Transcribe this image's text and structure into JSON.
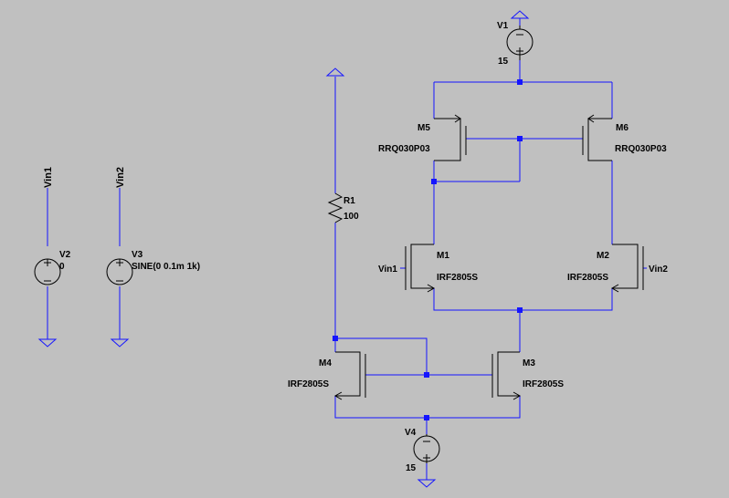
{
  "colors": {
    "background": "#c0c0c0",
    "wire": "#1515ff",
    "component": "#000000",
    "junction": "#1515ff"
  },
  "labels": {
    "vin1_net": "Vin1",
    "vin2_net": "Vin2",
    "v2_name": "V2",
    "v2_value": "0",
    "v3_name": "V3",
    "v3_value": "SINE(0 0.1m 1k)",
    "v1_name": "V1",
    "v1_value": "15",
    "v4_name": "V4",
    "v4_value": "15",
    "r1_name": "R1",
    "r1_value": "100",
    "m1_name": "M1",
    "m1_model": "IRF2805S",
    "m1_gate_net": "Vin1",
    "m2_name": "M2",
    "m2_model": "IRF2805S",
    "m2_gate_net": "Vin2",
    "m3_name": "M3",
    "m3_model": "IRF2805S",
    "m4_name": "M4",
    "m4_model": "IRF2805S",
    "m5_name": "M5",
    "m5_model": "RRQ030P03",
    "m6_name": "M6",
    "m6_model": "RRQ030P03"
  },
  "icons": {
    "source": "voltage-source-icon",
    "ground": "ground-icon",
    "supply": "supply-arrow-icon",
    "nmos": "nmos-transistor-icon",
    "pmos": "pmos-transistor-icon",
    "resistor": "resistor-icon"
  }
}
